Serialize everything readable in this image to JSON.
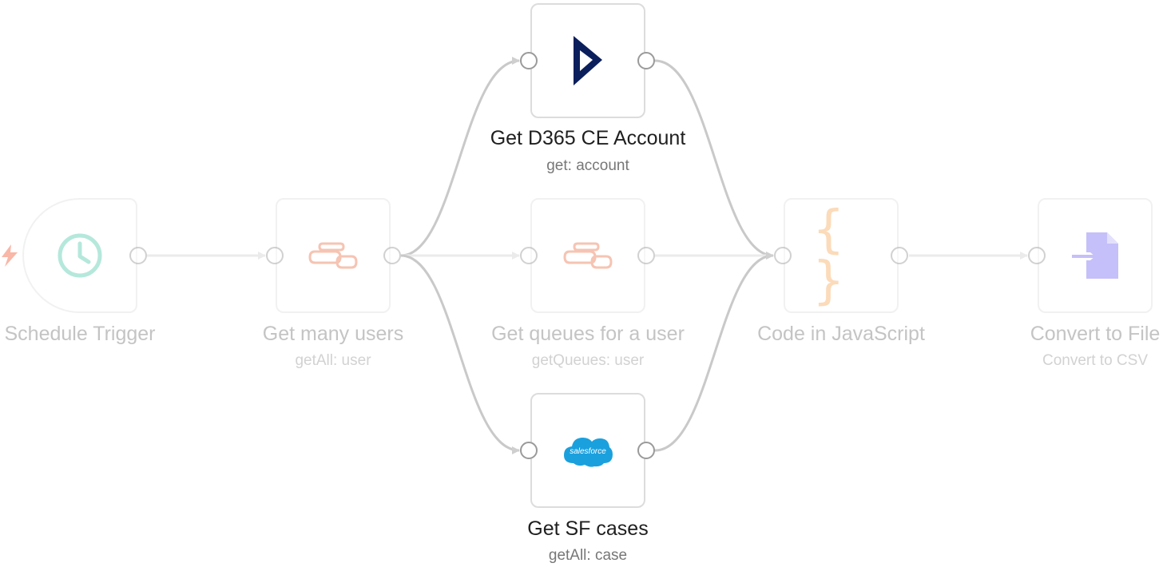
{
  "workflow": {
    "nodes": [
      {
        "id": "schedule_trigger",
        "title": "Schedule Trigger",
        "subtitle": "",
        "icon": "clock-icon",
        "active": false,
        "color": "#3ec3a1"
      },
      {
        "id": "get_many_users",
        "title": "Get many users",
        "subtitle": "getAll: user",
        "icon": "rocketchat-cloud-icon",
        "active": false,
        "color": "#e9653a"
      },
      {
        "id": "get_d365_account",
        "title": "Get D365 CE Account",
        "subtitle": "get: account",
        "icon": "dynamics365-icon",
        "active": true,
        "color": "#0b1f5c"
      },
      {
        "id": "get_queues",
        "title": "Get queues for a user",
        "subtitle": "getQueues: user",
        "icon": "rocketchat-cloud-icon",
        "active": false,
        "color": "#e9653a"
      },
      {
        "id": "get_sf_cases",
        "title": "Get SF cases",
        "subtitle": "getAll: case",
        "icon": "salesforce-icon",
        "active": true,
        "color": "#1ba0de"
      },
      {
        "id": "code_js",
        "title": "Code in JavaScript",
        "subtitle": "",
        "icon": "code-braces-icon",
        "active": false,
        "color": "#f7a24b"
      },
      {
        "id": "convert_file",
        "title": "Convert to File",
        "subtitle": "Convert to CSV",
        "icon": "file-import-icon",
        "active": false,
        "color": "#6a5cf0"
      }
    ],
    "salesforce_logo_text": "salesforce",
    "code_icon_glyph": "{ }"
  },
  "colors": {
    "edge": "#cfcfcf",
    "edge_active": "#c4c4c4",
    "trigger_bolt": "#f0603c"
  }
}
